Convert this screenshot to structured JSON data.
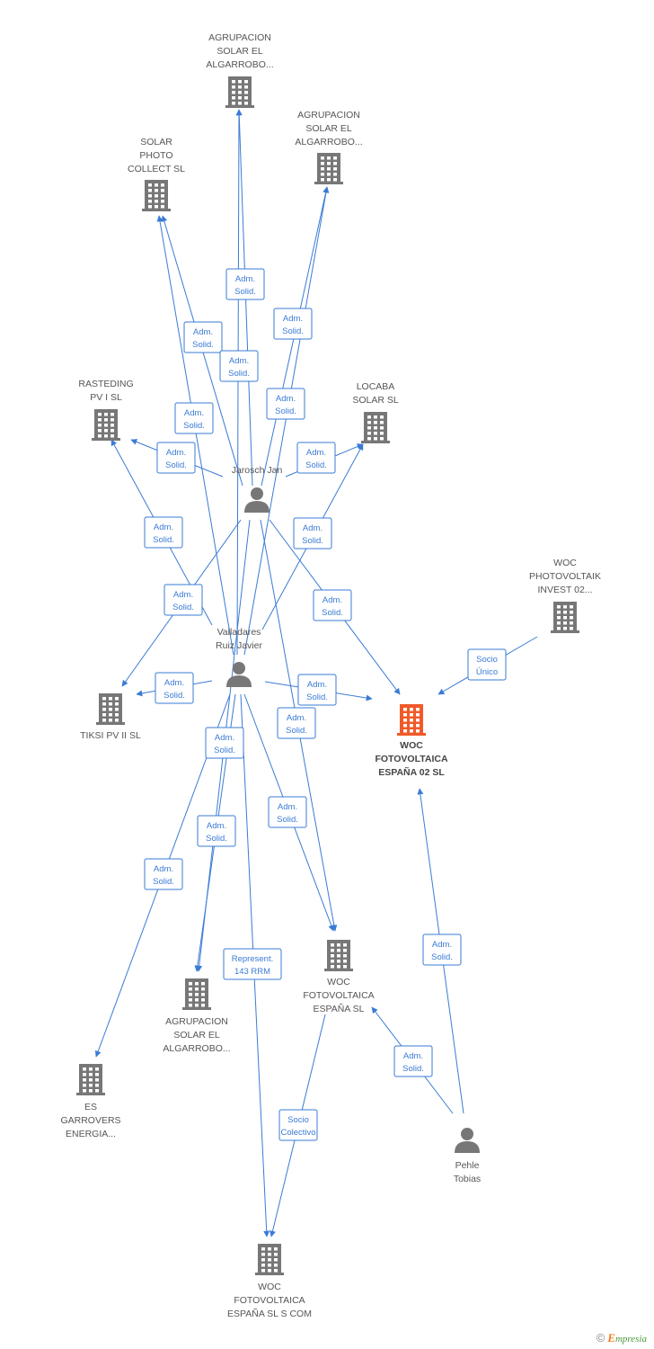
{
  "colors": {
    "edge": "#3a7bd5",
    "company": "#777777",
    "focus": "#f05a28",
    "person": "#777777"
  },
  "nodes": [
    {
      "id": "agr1",
      "type": "company",
      "label": [
        "AGRUPACION",
        "SOLAR EL",
        "ALGARROBO..."
      ]
    },
    {
      "id": "agr2",
      "type": "company",
      "label": [
        "AGRUPACION",
        "SOLAR EL",
        "ALGARROBO..."
      ]
    },
    {
      "id": "spc",
      "type": "company",
      "label": [
        "SOLAR",
        "PHOTO",
        "COLLECT SL"
      ]
    },
    {
      "id": "rast",
      "type": "company",
      "label": [
        "RASTEDING",
        "PV I SL"
      ]
    },
    {
      "id": "loca",
      "type": "company",
      "label": [
        "LOCABA",
        "SOLAR SL"
      ]
    },
    {
      "id": "jan",
      "type": "person",
      "label": [
        "Jarosch Jan"
      ]
    },
    {
      "id": "wpi",
      "type": "company",
      "label": [
        "WOC",
        "PHOTOVOLTAIK",
        "INVEST 02..."
      ]
    },
    {
      "id": "vall",
      "type": "person",
      "label": [
        "Valladares",
        "Ruiz Javier"
      ]
    },
    {
      "id": "tiksi",
      "type": "company",
      "label": [
        "TIKSI PV II SL"
      ]
    },
    {
      "id": "woc02",
      "type": "focus",
      "label": [
        "WOC",
        "FOTOVOLTAICA",
        "ESPAÑA 02  SL"
      ]
    },
    {
      "id": "wocsl",
      "type": "company",
      "label": [
        "WOC",
        "FOTOVOLTAICA",
        "ESPAÑA SL"
      ]
    },
    {
      "id": "agr3",
      "type": "company",
      "label": [
        "AGRUPACION",
        "SOLAR EL",
        "ALGARROBO..."
      ]
    },
    {
      "id": "esg",
      "type": "company",
      "label": [
        "ES",
        "GARROVERS",
        "ENERGIA..."
      ]
    },
    {
      "id": "pehle",
      "type": "person",
      "label": [
        "Pehle",
        "Tobias"
      ]
    },
    {
      "id": "wocscom",
      "type": "company",
      "label": [
        "WOC",
        "FOTOVOLTAICA",
        "ESPAÑA SL S COM"
      ]
    }
  ],
  "edges": [
    {
      "from": "jan",
      "to": "agr1",
      "label": [
        "Adm.",
        "Solid."
      ]
    },
    {
      "from": "jan",
      "to": "agr2",
      "label": [
        "Adm.",
        "Solid."
      ]
    },
    {
      "from": "jan",
      "to": "spc",
      "label": [
        "Adm.",
        "Solid."
      ]
    },
    {
      "from": "jan",
      "to": "rast",
      "label": [
        "Adm.",
        "Solid."
      ]
    },
    {
      "from": "jan",
      "to": "loca",
      "label": [
        "Adm.",
        "Solid."
      ]
    },
    {
      "from": "jan",
      "to": "tiksi",
      "label": [
        "Adm.",
        "Solid."
      ]
    },
    {
      "from": "jan",
      "to": "woc02",
      "label": [
        "Adm.",
        "Solid."
      ]
    },
    {
      "from": "jan",
      "to": "wocsl",
      "label": [
        "Adm.",
        "Solid."
      ]
    },
    {
      "from": "jan",
      "to": "agr3",
      "label": [
        "Adm.",
        "Solid."
      ]
    },
    {
      "from": "vall",
      "to": "agr1",
      "label": [
        "Adm.",
        "Solid."
      ]
    },
    {
      "from": "vall",
      "to": "agr2",
      "label": [
        "Adm.",
        "Solid."
      ]
    },
    {
      "from": "vall",
      "to": "spc",
      "label": [
        "Adm.",
        "Solid."
      ]
    },
    {
      "from": "vall",
      "to": "rast",
      "label": [
        "Adm.",
        "Solid."
      ]
    },
    {
      "from": "vall",
      "to": "loca",
      "label": [
        "Adm.",
        "Solid."
      ]
    },
    {
      "from": "vall",
      "to": "tiksi",
      "label": [
        "Adm.",
        "Solid."
      ]
    },
    {
      "from": "vall",
      "to": "woc02",
      "label": [
        "Adm.",
        "Solid."
      ]
    },
    {
      "from": "vall",
      "to": "wocsl",
      "label": [
        "Adm.",
        "Solid."
      ]
    },
    {
      "from": "vall",
      "to": "agr3",
      "label": [
        "Adm.",
        "Solid."
      ]
    },
    {
      "from": "vall",
      "to": "esg",
      "label": [
        "Adm.",
        "Solid."
      ]
    },
    {
      "from": "vall",
      "to": "wocscom",
      "label": [
        "Represent.",
        "143 RRM"
      ]
    },
    {
      "from": "wpi",
      "to": "woc02",
      "label": [
        "Socio",
        "Único"
      ]
    },
    {
      "from": "pehle",
      "to": "woc02",
      "label": [
        "Adm.",
        "Solid."
      ]
    },
    {
      "from": "pehle",
      "to": "wocsl",
      "label": [
        "Adm.",
        "Solid."
      ]
    },
    {
      "from": "wocsl",
      "to": "wocscom",
      "label": [
        "Socio",
        "Colectivo"
      ]
    }
  ],
  "footer": {
    "copyright": "©",
    "brand_first": "E",
    "brand_rest": "mpresia"
  }
}
